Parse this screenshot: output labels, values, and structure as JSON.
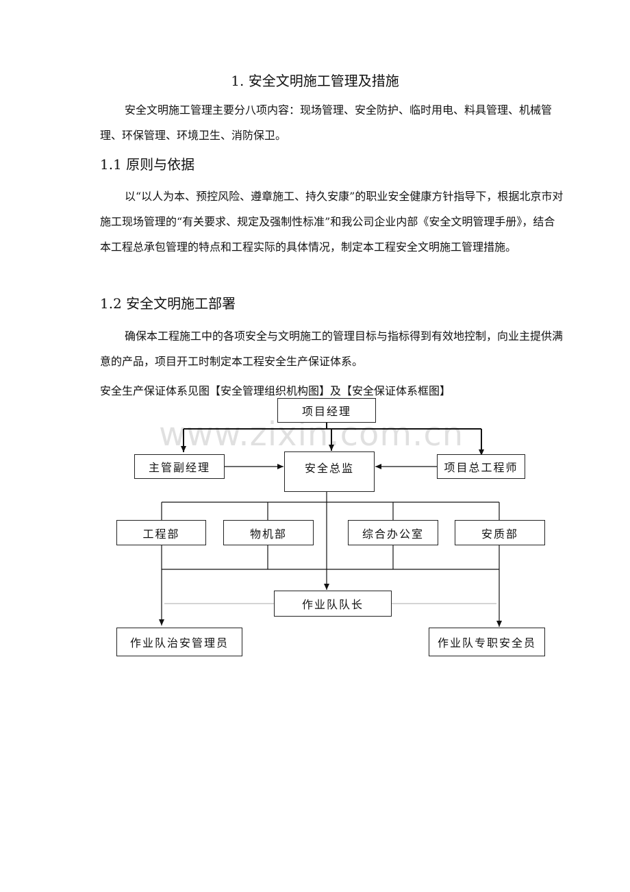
{
  "section_title": "1.   安全文明施工管理及措施",
  "intro": "安全文明施工管理主要分八项内容：现场管理、安全防护、临时用电、料具管理、机械管理、环保管理、环境卫生、消防保卫。",
  "section_1_1": {
    "heading": "1.1 原则与依据",
    "body": "以“以人为本、预控风险、遵章施工、持久安康”的职业安全健康方针指导下，根据北京市对施工现场管理的“有关要求、规定及强制性标准”和我公司企业内部《安全文明管理手册》，结合本工程总承包管理的特点和工程实际的具体情况，制定本工程安全文明施工管理措施。"
  },
  "section_1_2": {
    "heading": "1.2 安全文明施工部署",
    "body": "确保本工程施工中的各项安全与文明施工的管理目标与指标得到有效地控制，向业主提供满意的产品，项目开工时制定本工程安全生产保证体系。"
  },
  "diagram_caption": "安全生产保证体系见图【安全管理组织机构图】及【安全保证体系框图】",
  "org_chart": {
    "project_manager": "项目经理",
    "deputy_manager": "主管副经理",
    "safety_director": "安全总监",
    "chief_engineer": "项目总工程师",
    "engineering_dept": "工程部",
    "materials_dept": "物机部",
    "general_office": "综合办公室",
    "quality_safety_dept": "安质部",
    "team_leader": "作业队队长",
    "team_security_officer": "作业队治安管理员",
    "team_safety_officer": "作业队专职安全员"
  },
  "watermark": "www.zixin.com.cn"
}
